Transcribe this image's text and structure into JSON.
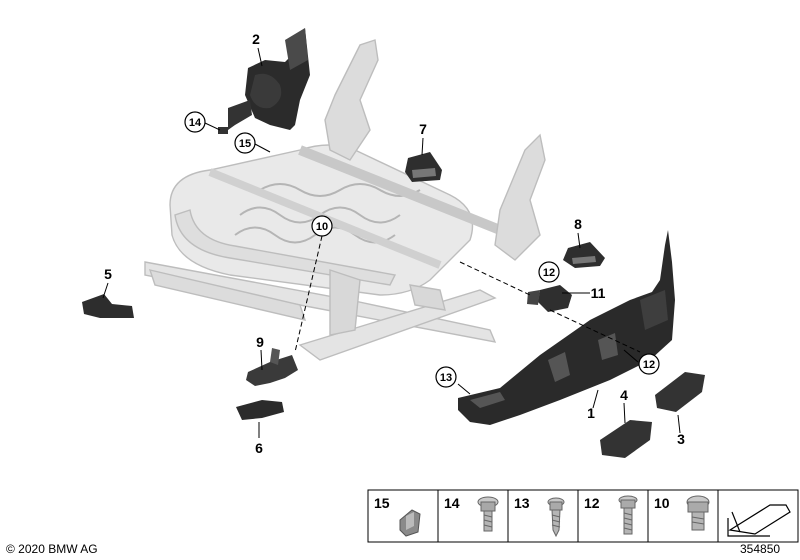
{
  "diagram": {
    "callouts": {
      "c1": "1",
      "c2": "2",
      "c3": "3",
      "c4": "4",
      "c5": "5",
      "c6": "6",
      "c7": "7",
      "c8": "8",
      "c9": "9",
      "c10": "10",
      "c11": "11",
      "c12a": "12",
      "c12b": "12",
      "c13": "13",
      "c14": "14",
      "c15": "15"
    },
    "legend": [
      {
        "num": "15",
        "icon": "clip-icon"
      },
      {
        "num": "14",
        "icon": "torx-screw-short-icon"
      },
      {
        "num": "13",
        "icon": "self-tapping-screw-icon"
      },
      {
        "num": "12",
        "icon": "torx-screw-long-icon"
      },
      {
        "num": "10",
        "icon": "torx-screw-collar-icon"
      },
      {
        "num": "",
        "icon": "arrow-box-icon"
      }
    ],
    "copyright": "© 2020 BMW AG",
    "doc_number": "354850"
  }
}
